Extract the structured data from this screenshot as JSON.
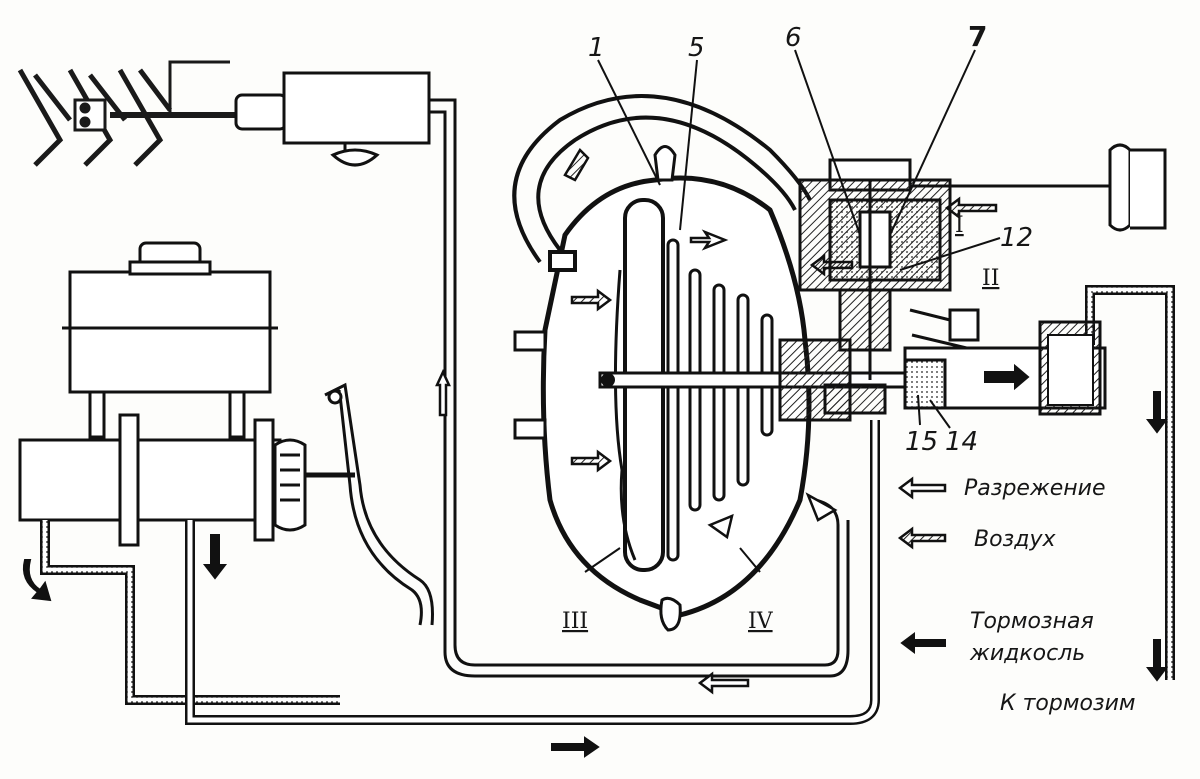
{
  "parts": {
    "p1": "1",
    "p5": "5",
    "p6": "6",
    "p7": "7",
    "p12": "12",
    "p14": "14",
    "p15": "15"
  },
  "zones": {
    "z1": "I",
    "z2": "II",
    "z3": "III",
    "z4": "IV"
  },
  "legend": {
    "vacuum": "Разрежение",
    "air": "Воздух",
    "fluid_line1": "Тормозная",
    "fluid_line2": "жидкосль"
  },
  "to_brakes": "К тормозим"
}
